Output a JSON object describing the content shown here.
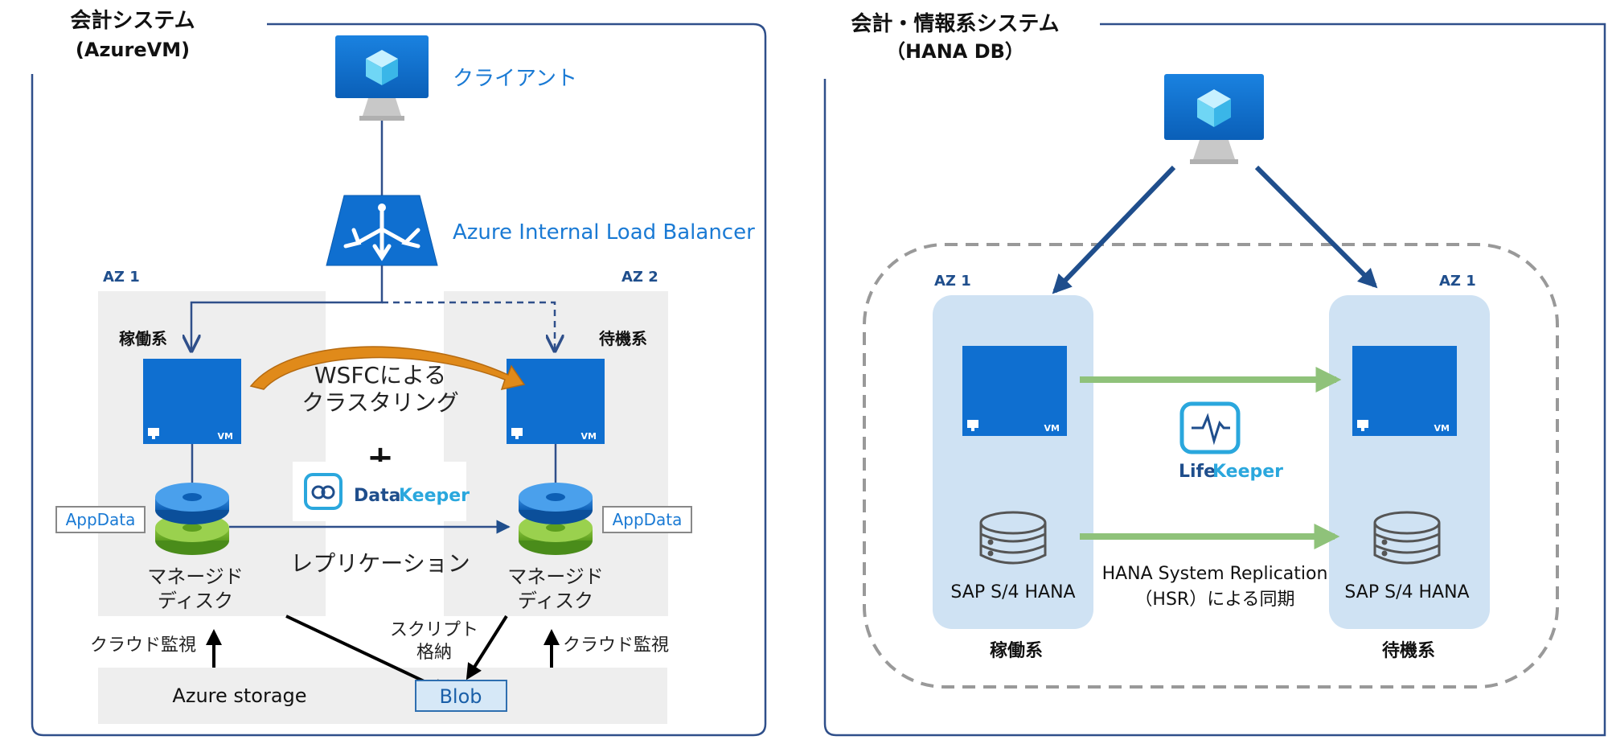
{
  "colors": {
    "frame": "#2f4f8a",
    "azure_blue": "#0f6fd0",
    "label_blue": "#1a7ad4",
    "zone_gray": "#eeeeee",
    "node_light_blue": "#cfe2f3",
    "green_arrow": "#8fc27a",
    "orange_arrow": "#e08a1a",
    "dashed_gray": "#999999",
    "dark_arrow": "#1f4e8c"
  },
  "left_panel": {
    "title_line1": "会計システム",
    "title_line2": "(AzureVM)",
    "client_label": "クライアント",
    "load_balancer_label": "Azure Internal Load Balancer",
    "az1_label": "AZ 1",
    "az2_label": "AZ 2",
    "primary_label": "稼働系",
    "standby_label": "待機系",
    "wsfc_line1": "WSFCによる",
    "wsfc_line2": "クラスタリング",
    "plus_sign": "+",
    "datakeeper_data": "Data",
    "datakeeper_keeper": "Keeper",
    "vm_badge": "VM",
    "appdata_left": "AppData",
    "appdata_right": "AppData",
    "replication_label": "レプリケーション",
    "disk_left_line1": "マネージド",
    "disk_left_line2": "ディスク",
    "disk_right_line1": "マネージド",
    "disk_right_line2": "ディスク",
    "cloud_monitor_left": "クラウド監視",
    "cloud_monitor_right": "クラウド監視",
    "script_line1": "スクリプト",
    "script_line2": "格納",
    "azure_storage_label": "Azure storage",
    "blob_label": "Blob"
  },
  "right_panel": {
    "title_line1": "会計・情報系システム",
    "title_line2": "（HANA DB）",
    "az_left_label": "AZ 1",
    "az_right_label": "AZ 1",
    "vm_badge": "VM",
    "lifekeeper_life": "Life",
    "lifekeeper_keeper": "Keeper",
    "hsr_line1": "HANA System Replication",
    "hsr_line2": "（HSR）による同期",
    "sap_left": "SAP S/4 HANA",
    "sap_right": "SAP S/4 HANA",
    "primary_label": "稼働系",
    "standby_label": "待機系"
  }
}
